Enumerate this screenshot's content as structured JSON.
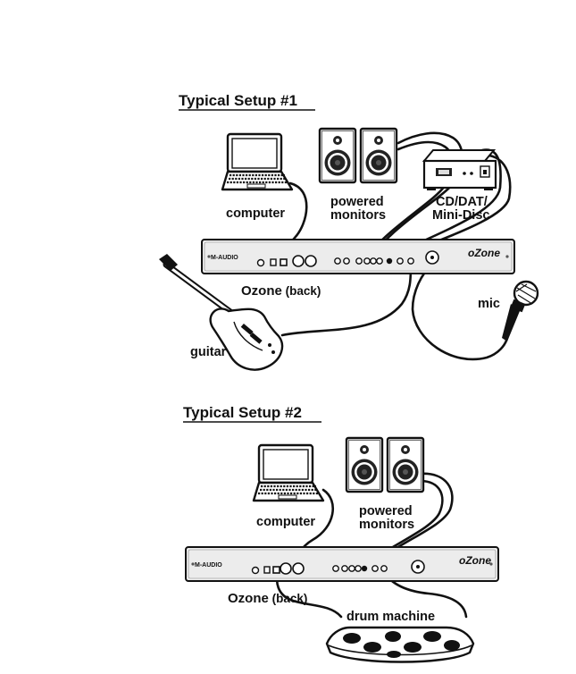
{
  "setup1": {
    "title": "Typical Setup #1",
    "computer_label": "computer",
    "monitors_label_1": "powered",
    "monitors_label_2": "monitors",
    "cd_label_1": "CD/DAT/",
    "cd_label_2": "Mini-Disc",
    "ozone_label": "Ozone",
    "ozone_suffix": " (back)",
    "mic_label": "mic",
    "guitar_label": "guitar",
    "brand": "M-AUDIO",
    "logo": "oZone"
  },
  "setup2": {
    "title": "Typical Setup #2",
    "computer_label": "computer",
    "monitors_label_1": "powered",
    "monitors_label_2": "monitors",
    "ozone_label": "Ozone",
    "ozone_suffix": " (back)",
    "drum_label": "drum machine",
    "brand": "M-AUDIO",
    "logo": "oZone"
  },
  "colors": {
    "ink": "#111111",
    "panel": "#e6e6e6",
    "paper": "#ffffff"
  },
  "icons": [
    "laptop-icon",
    "speaker-icon",
    "cd-player-icon",
    "guitar-icon",
    "microphone-icon",
    "drum-pad-icon"
  ]
}
